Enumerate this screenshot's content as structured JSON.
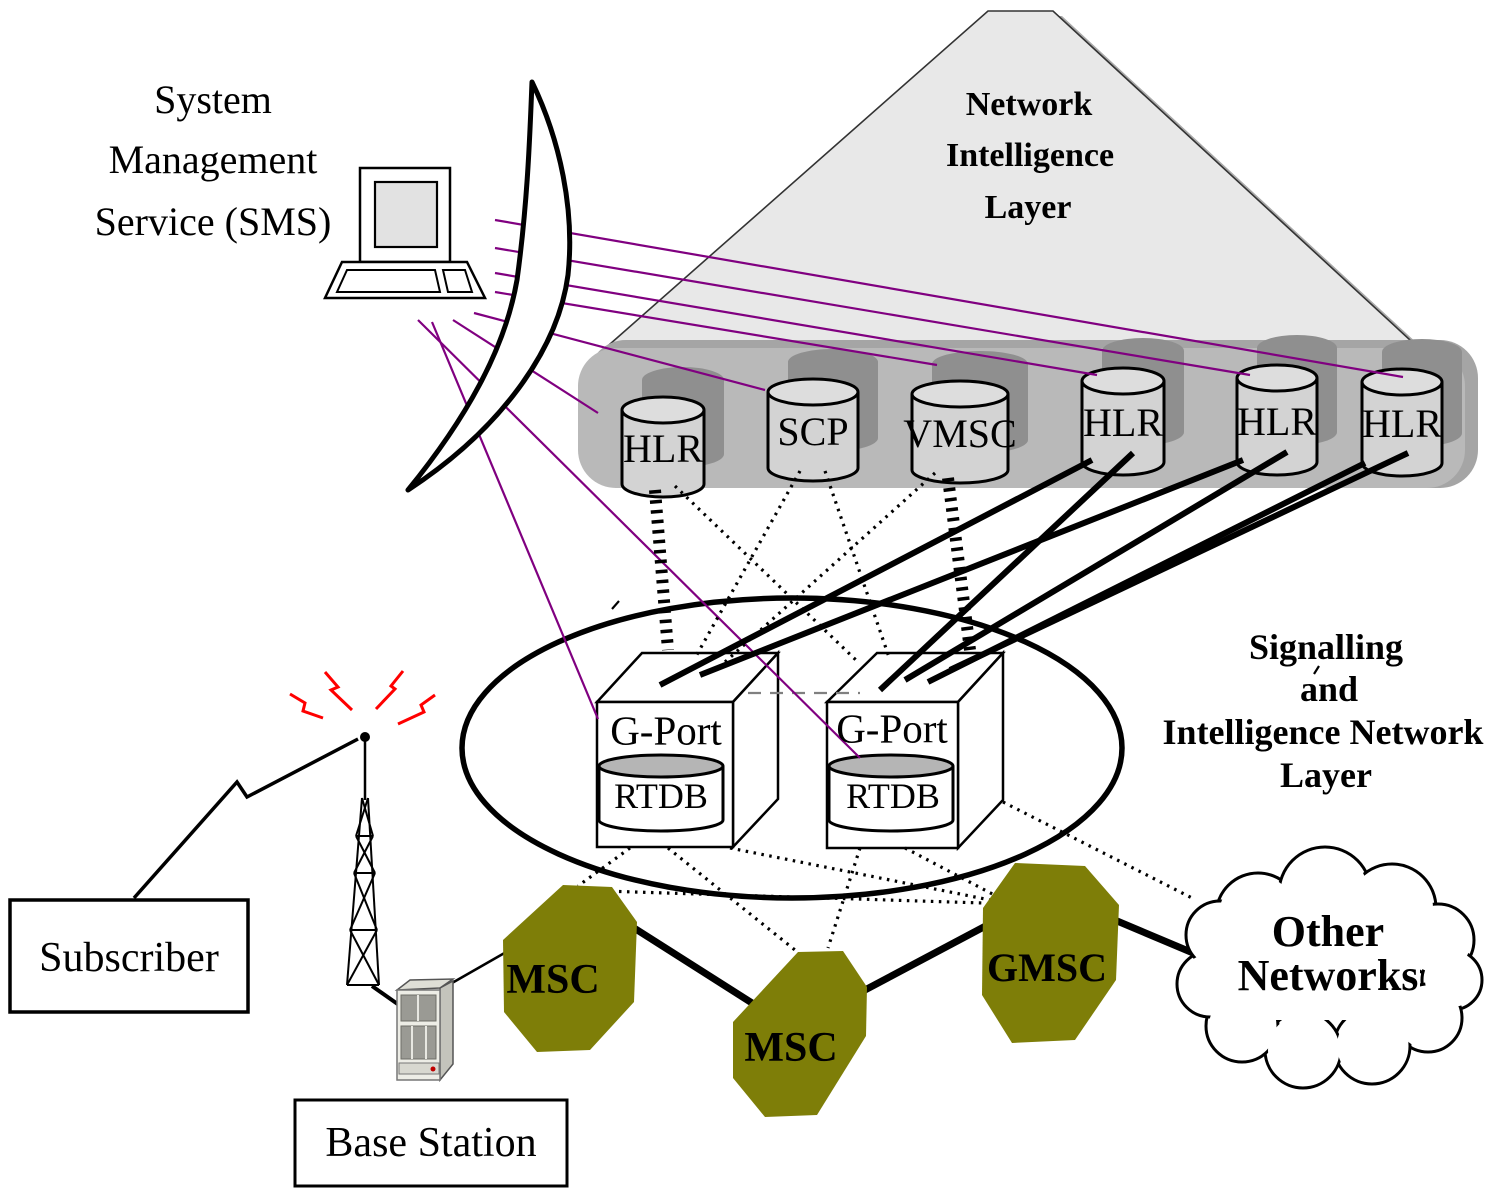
{
  "colors": {
    "purple_line": "#800080",
    "olive_node": "#7e7e08",
    "red_signal": "#ff0000",
    "triangle_fill": "#e8e8e8",
    "bar_fill": "#b9b9b9",
    "shadow_gray": "#8f8f8f",
    "cylinder_fill": "#d3d3d3"
  },
  "sms": {
    "lines": [
      "System",
      "Management",
      "Service (SMS)"
    ]
  },
  "network_intelligence": {
    "lines": [
      "Network",
      "Intelligence",
      "Layer"
    ]
  },
  "signalling": {
    "lines": [
      "Signalling",
      "and",
      "Intelligence Network",
      "Layer"
    ]
  },
  "cylinders": [
    {
      "label": "HLR"
    },
    {
      "label": "SCP"
    },
    {
      "label": "VMSC"
    },
    {
      "label": "HLR"
    },
    {
      "label": "HLR"
    },
    {
      "label": "HLR"
    }
  ],
  "gports": [
    {
      "label": "G-Port",
      "db": "RTDB"
    },
    {
      "label": "G-Port",
      "db": "RTDB"
    }
  ],
  "switches": {
    "msc1": "MSC",
    "msc2": "MSC",
    "gmsc": "GMSC"
  },
  "cloud": {
    "lines": [
      "Other",
      "Networks"
    ]
  },
  "subscriber": "Subscriber",
  "base_station": "Base Station"
}
